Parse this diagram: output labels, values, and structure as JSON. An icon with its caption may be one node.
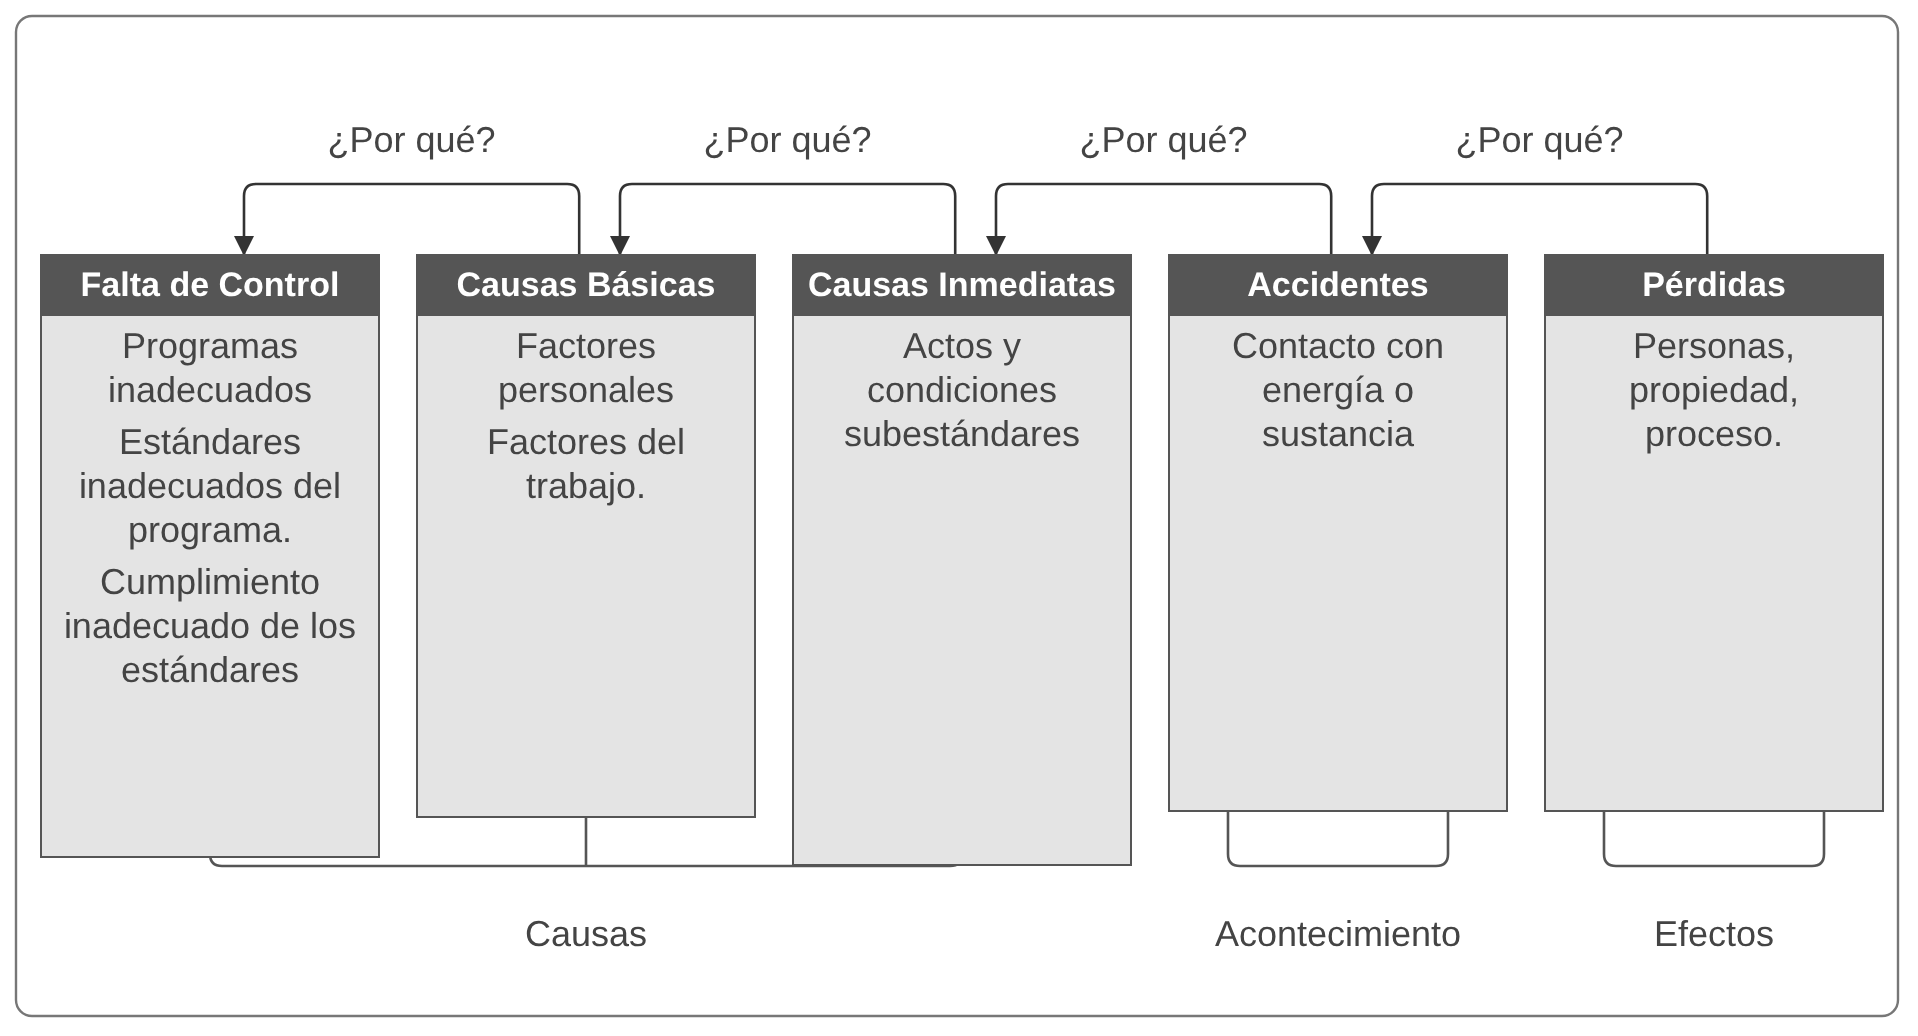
{
  "diagram": {
    "nodes": [
      {
        "text": [
          "Falta de Control",
          "Programas inadecuados",
          "Estándares inadecuados del programa.",
          "Cumplimiento inadecuado de los estándares"
        ]
      },
      {
        "text": [
          "Causas Básicas",
          "Factores personales",
          "Factores del trabajo."
        ]
      },
      {
        "text": [
          "Causas Inmediatas",
          "Actos y condiciones subestándares"
        ]
      },
      {
        "text": [
          "Accidentes",
          "Contacto con energía o sustancia"
        ]
      },
      {
        "text": [
          "Pérdidas",
          "Personas, propiedad, proceso."
        ]
      }
    ],
    "edges": [
      {
        "from": 1,
        "to": 0,
        "arrow": "to",
        "label": "¿Por qué?"
      },
      {
        "from": 2,
        "to": 1,
        "arrow": "to",
        "label": "¿Por qué?"
      },
      {
        "from": 3,
        "to": 2,
        "arrow": "to",
        "label": "¿Por qué?"
      },
      {
        "from": 4,
        "to": 3,
        "arrow": "to",
        "label": "¿Por qué?"
      }
    ],
    "labels": [
      "Causas",
      "Acontecimiento",
      "Efectos"
    ]
  }
}
